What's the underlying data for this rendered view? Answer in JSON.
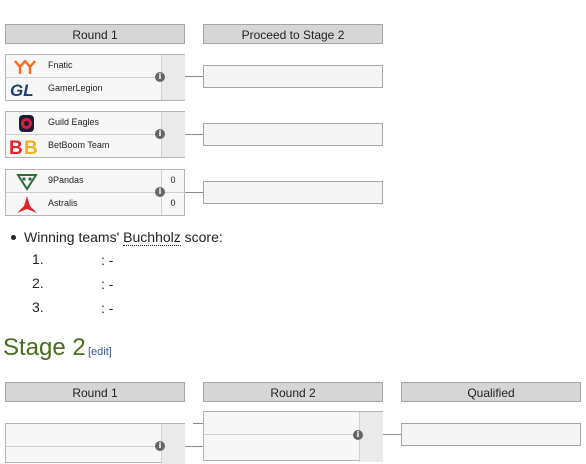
{
  "stage1": {
    "round1_header": "Round 1",
    "proceed_header": "Proceed to Stage 2",
    "matches": [
      {
        "team1": "Fnatic",
        "team2": "GamerLegion",
        "score1": "",
        "score2": ""
      },
      {
        "team1": "Guild Eagles",
        "team2": "BetBoom Team",
        "score1": "",
        "score2": ""
      },
      {
        "team1": "9Pandas",
        "team2": "Astralis",
        "score1": "0",
        "score2": "0"
      }
    ],
    "info_glyph": "i"
  },
  "buchholz": {
    "prefix": "Winning teams' ",
    "term": "Buchholz",
    "suffix": " score:",
    "rows": [
      {
        "num": "1.",
        "value": ": -"
      },
      {
        "num": "2.",
        "value": ": -"
      },
      {
        "num": "3.",
        "value": ": -"
      }
    ]
  },
  "stage2": {
    "title": "Stage 2",
    "edit": "[edit]",
    "round1_header": "Round 1",
    "round2_header": "Round 2",
    "qualified_header": "Qualified"
  },
  "colors": {
    "stage_title": "#4a6b1f",
    "link": "#335a8f",
    "fnatic": "#ff6b1a",
    "gamerlegion": "#1f3e7a",
    "guild_eagles": "#d6203a",
    "betboom": "#e4242c",
    "ninepandas": "#2b6b3b",
    "astralis": "#e4232b"
  }
}
